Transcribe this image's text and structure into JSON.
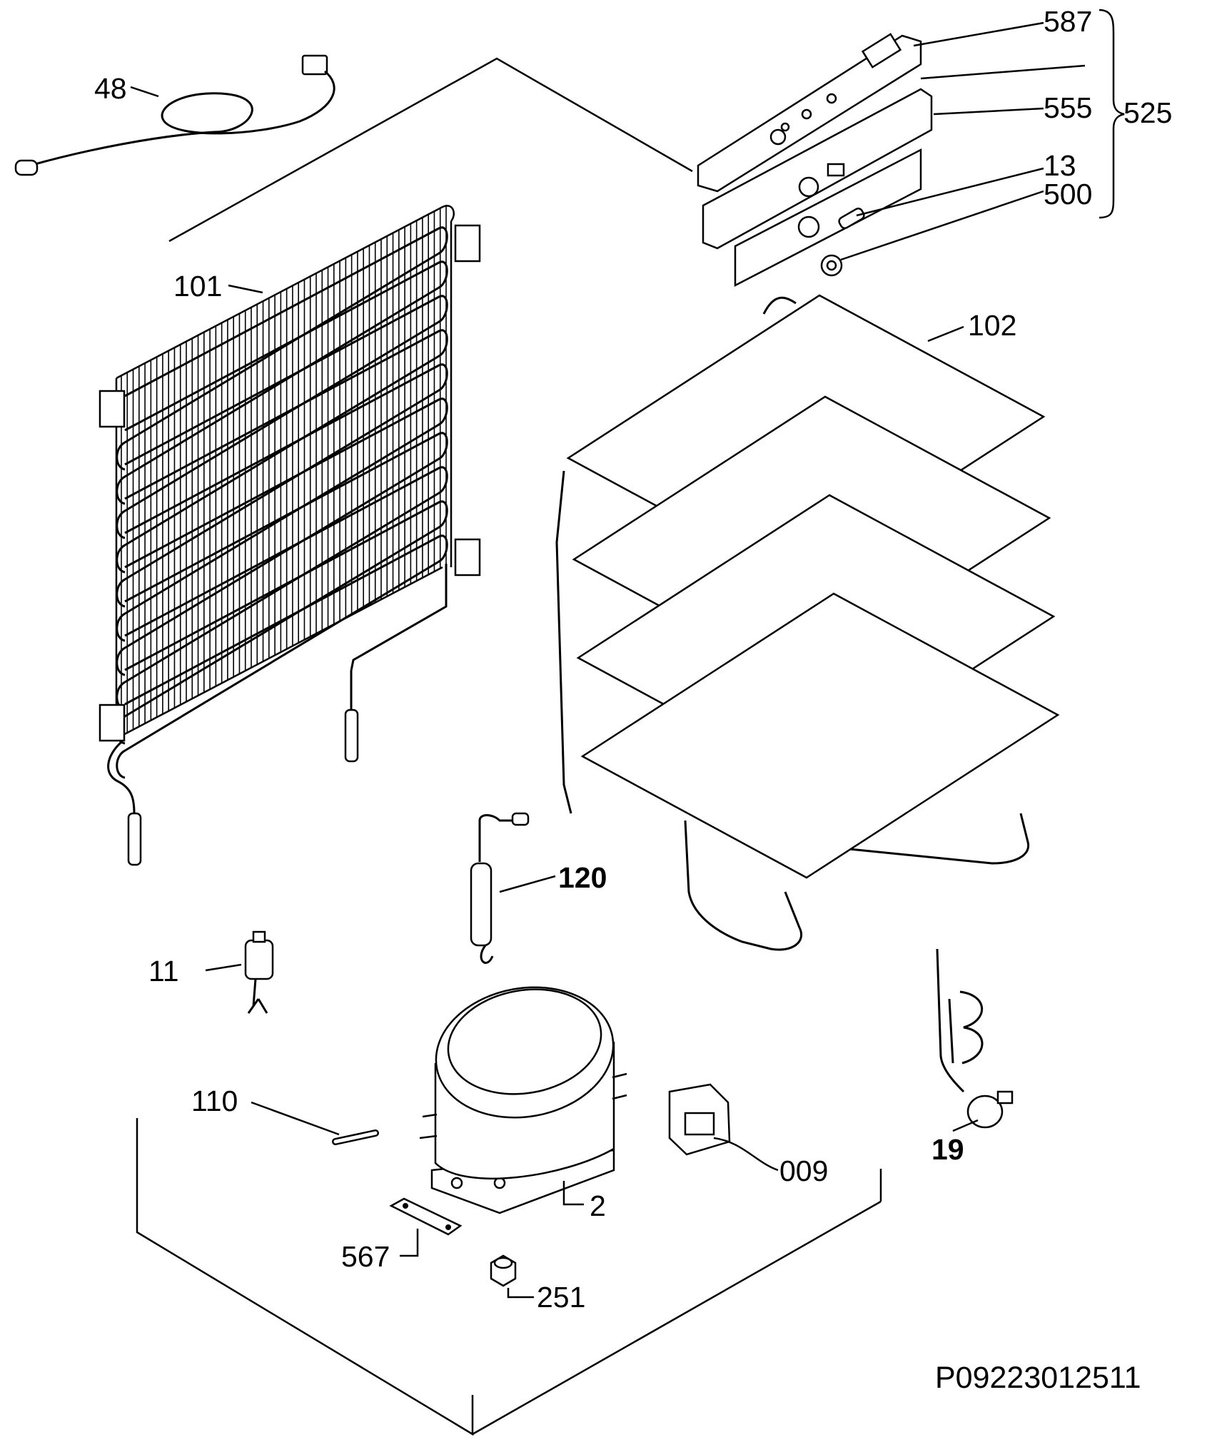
{
  "diagram": {
    "labels": {
      "p48": "48",
      "p101": "101",
      "p587": "587",
      "p555": "555",
      "p13": "13",
      "p500": "500",
      "p525": "525",
      "p102": "102",
      "p120": "120",
      "p11": "11",
      "p110": "110",
      "p2": "2",
      "p009": "009",
      "p19": "19",
      "p567": "567",
      "p251": "251"
    },
    "drawing_code": "P09223012511"
  }
}
